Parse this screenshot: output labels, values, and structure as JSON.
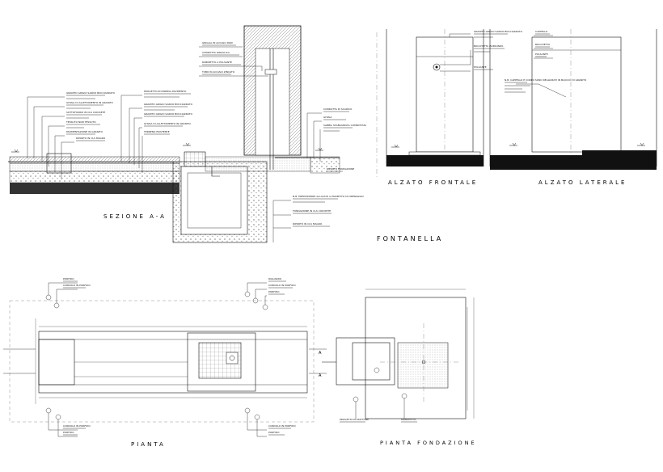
{
  "titles": {
    "section": "SEZIONE A-A",
    "drawing": "FONTANELLA",
    "front": "ALZATO FRONTALE",
    "side": "ALZATO LATERALE",
    "plan": "PIANTA",
    "foundation": "PIANTA FONDAZIONE"
  },
  "section_notes": {
    "left": [
      "GRANITO GRIGIO SARDO BOCCIARDATO",
      "GHIAIA DI ALLETTAMENTO IN GRANITO",
      "SOTTOFONDO IN CLS CON RETE",
      "TESSUTO NON TESSUTO",
      "PAVIMENTAZIONE IN GRANITO",
      "RIPORTO IN CLS MAGRO"
    ],
    "center": [
      "PROGETTO IN RISERVA PAVIMENTO",
      "GRANITO GRIGIO SARDO BOCCIARDATO",
      "GRANITO GRIGIO SARDO BOCCIARDATO",
      "GHIAIA DI ALLETTAMENTO IN GRANITO",
      "TERRENO ESISTENTE"
    ],
    "top": [
      "GRIGLIA IN ACCIAIO INOX",
      "CONDOTTA IDRAULICA",
      "RUBINETTO A PULSANTE",
      "TUBO IN ACCIAIO ZINCATO"
    ],
    "right": [
      "CONDOTTA DI SCARICO",
      "GHIAIA",
      "SABBIA STABILIZZATA COMPATTATA",
      "RIPORTO FONDAZIONE"
    ],
    "bottom": [
      "N.B. PREDISPORRE ALLACCIO A POZZETTO DI DRENAGGIO",
      "FONDAZIONE IN CLS CON RETE",
      "RIPORTO IN CLS MAGRO"
    ]
  },
  "front_notes": [
    "GRANITO GRIGIO SARDO BOCCIARDATO",
    "BOCCHETTA IN BRONZO",
    "PULSANTE"
  ],
  "side_notes": [
    "CAPPELLO",
    "BOCCHETTA",
    "PULSANTE",
    "N.B. CAPPELLO E CORPO SONO REALIZZATI IN BLOCCO DI GRANITO"
  ],
  "plan_labels": {
    "top_left": [
      "PORFIDO",
      "CORDOLO IN PORFIDO"
    ],
    "top_right": [
      "RIGUARDO",
      "CORDOLO IN PORFIDO",
      "PORFIDO"
    ],
    "bottom_left": [
      "CORDOLO IN PORFIDO",
      "PORFIDO"
    ],
    "bottom_right": [
      "CORDOLO IN PORFIDO",
      "PORFIDO"
    ]
  },
  "foundation_labels": [
    "PROGETTO IN MATTONE",
    "MANUFATTO"
  ],
  "markers": [
    "A",
    "A"
  ]
}
